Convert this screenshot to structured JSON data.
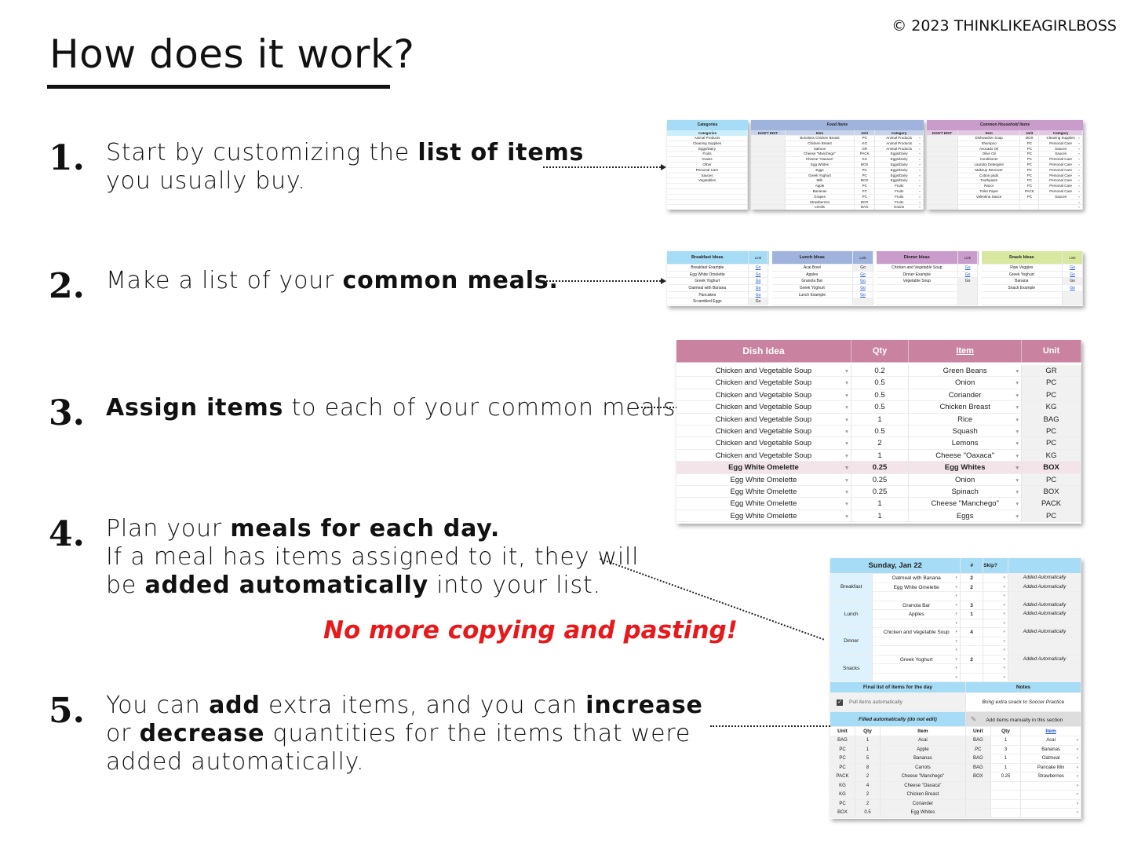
{
  "title": "How does it work?",
  "copyright": "©  2023 THINKLIKEAGIRLBOSS",
  "steps": [
    {
      "num": "1.",
      "parts": [
        [
          "Start by customizing the ",
          ""
        ],
        [
          "list of items",
          "b"
        ],
        [
          "\nyou usually buy.",
          ""
        ]
      ]
    },
    {
      "num": "2.",
      "parts": [
        [
          "Make a list of your ",
          ""
        ],
        [
          "common meals.",
          "b"
        ]
      ]
    },
    {
      "num": "3.",
      "parts": [
        [
          "Assign items",
          "b"
        ],
        [
          " to each of your common meals.",
          ""
        ]
      ]
    },
    {
      "num": "4.",
      "parts": [
        [
          "Plan your ",
          ""
        ],
        [
          "meals for each day.",
          "b"
        ],
        [
          "\nIf a meal has items assigned to it, they will\nbe ",
          ""
        ],
        [
          "added automatically",
          "b"
        ],
        [
          " into your list.",
          ""
        ]
      ]
    },
    {
      "num": "5.",
      "parts": [
        [
          "You can ",
          ""
        ],
        [
          "add",
          "b"
        ],
        [
          " extra items, and you can ",
          ""
        ],
        [
          "increase",
          "b"
        ],
        [
          "\nor ",
          ""
        ],
        [
          "decrease",
          "b"
        ],
        [
          " quantities for the items that were\nadded automatically.",
          ""
        ]
      ]
    }
  ],
  "tagline": "No more copying and pasting!",
  "colors": {
    "blue": "#a6dcf5",
    "periwinkle": "#9fb3dc",
    "purple": "#c99ccb",
    "lime": "#d9e8a0",
    "rose": "#c9829f",
    "red": "#e8191b"
  },
  "categories": {
    "title": "Categories",
    "header": "Categories",
    "rows": [
      "Animal Products",
      "Cleaning Supplies",
      "Eggs/Dairy",
      "Fruits",
      "Grains",
      "Other",
      "Personal Care",
      "Sauces",
      "Vegetables",
      "",
      "",
      "",
      "",
      "",
      ""
    ]
  },
  "food_items": {
    "title": "Food Items",
    "headers": [
      "DON'T EDIT",
      "Item",
      "Unit",
      "Category"
    ],
    "rows": [
      [
        "",
        "Boneless Chicken Breast",
        "PC",
        "Animal Products"
      ],
      [
        "",
        "Chicken Breast",
        "KG",
        "Animal Products"
      ],
      [
        "",
        "Salmon",
        "GR",
        "Animal Products"
      ],
      [
        "",
        "Cheese \"Manchego\"",
        "PACK",
        "Eggs/Dairy"
      ],
      [
        "",
        "Cheese \"Oaxaca\"",
        "KG",
        "Eggs/Dairy"
      ],
      [
        "",
        "Egg Whites",
        "BOX",
        "Eggs/Dairy"
      ],
      [
        "",
        "Eggs",
        "PC",
        "Eggs/Dairy"
      ],
      [
        "",
        "Greek Yoghurt",
        "PC",
        "Eggs/Dairy"
      ],
      [
        "",
        "Milk",
        "BOX",
        "Eggs/Dairy"
      ],
      [
        "",
        "Apple",
        "PC",
        "Fruits"
      ],
      [
        "",
        "Bananas",
        "PC",
        "Fruits"
      ],
      [
        "",
        "Grapes",
        "PC",
        "Fruits"
      ],
      [
        "",
        "Strawberries",
        "BOX",
        "Fruits"
      ],
      [
        "",
        "Lentils",
        "BAG",
        "Grains"
      ]
    ]
  },
  "household_items": {
    "title": "Common Household Items",
    "headers": [
      "DON'T EDIT",
      "Item",
      "Unit",
      "Category"
    ],
    "rows": [
      [
        "",
        "Dishwasher Soap",
        "BOX",
        "Cleaning Supplies"
      ],
      [
        "",
        "Shampoo",
        "PC",
        "Personal Care"
      ],
      [
        "",
        "Avocado Oil",
        "PC",
        "Sauces"
      ],
      [
        "",
        "Olive Oil",
        "PC",
        "Sauces"
      ],
      [
        "",
        "Conditioner",
        "PC",
        "Personal Care"
      ],
      [
        "",
        "Laundry Detergent",
        "PC",
        "Personal Care"
      ],
      [
        "",
        "Makeup Remover",
        "PC",
        "Personal Care"
      ],
      [
        "",
        "Cotton pads",
        "PC",
        "Personal Care"
      ],
      [
        "",
        "Toothpaste",
        "PC",
        "Personal Care"
      ],
      [
        "",
        "Razor",
        "PC",
        "Personal Care"
      ],
      [
        "",
        "Toilet Paper",
        "PACK",
        "Personal Care"
      ],
      [
        "",
        "Valentina Sauce",
        "PC",
        "Sauces"
      ],
      [
        "",
        "",
        "",
        ""
      ],
      [
        "",
        "",
        "",
        ""
      ]
    ]
  },
  "meal_ideas": [
    {
      "title": "Breakfast Ideas",
      "link": "Link",
      "rows": [
        [
          "Breakfast Example",
          "Go"
        ],
        [
          "Egg White Omelette",
          "Go"
        ],
        [
          "Greek Yoghurt",
          "Go"
        ],
        [
          "Oatmeal with Banana",
          "Go"
        ],
        [
          "Pancakes",
          "Go"
        ],
        [
          "Scrambled Eggs",
          "Go"
        ]
      ],
      "linked": [
        true,
        true,
        true,
        true,
        true,
        false
      ]
    },
    {
      "title": "Lunch Ideas",
      "link": "Link",
      "rows": [
        [
          "Acai Bowl",
          "Go"
        ],
        [
          "Apples",
          "Go"
        ],
        [
          "Granola Bar",
          "Go"
        ],
        [
          "Greek Yoghurt",
          "Go"
        ],
        [
          "Lunch Example",
          "Go"
        ],
        [
          "",
          ""
        ]
      ],
      "linked": [
        false,
        true,
        true,
        true,
        true,
        false
      ]
    },
    {
      "title": "Dinner Ideas",
      "link": "Link",
      "rows": [
        [
          "Chicken and Vegetable Soup",
          "Go"
        ],
        [
          "Dinner Example",
          "Go"
        ],
        [
          "Vegetable Soup",
          "Go"
        ],
        [
          "",
          ""
        ],
        [
          "",
          ""
        ],
        [
          "",
          ""
        ]
      ],
      "linked": [
        true,
        true,
        false,
        false,
        false,
        false
      ]
    },
    {
      "title": "Snack Ideas",
      "link": "Link",
      "rows": [
        [
          "Raw Veggies",
          "Go"
        ],
        [
          "Greek Yoghurt",
          "Go"
        ],
        [
          "Banana",
          "Go"
        ],
        [
          "Snack Example",
          "Go"
        ],
        [
          "",
          ""
        ],
        [
          "",
          ""
        ]
      ],
      "linked": [
        true,
        true,
        false,
        true,
        false,
        false
      ]
    }
  ],
  "dish_items": {
    "headers": [
      "Dish Idea",
      "Qty",
      "Item",
      "Unit"
    ],
    "highlight_row": 8,
    "rows": [
      [
        "Chicken and Vegetable Soup",
        "0.2",
        "Green Beans",
        "GR"
      ],
      [
        "Chicken and Vegetable Soup",
        "0.5",
        "Onion",
        "PC"
      ],
      [
        "Chicken and Vegetable Soup",
        "0.5",
        "Coriander",
        "PC"
      ],
      [
        "Chicken and Vegetable Soup",
        "0.5",
        "Chicken Breast",
        "KG"
      ],
      [
        "Chicken and Vegetable Soup",
        "1",
        "Rice",
        "BAG"
      ],
      [
        "Chicken and Vegetable Soup",
        "0.5",
        "Squash",
        "PC"
      ],
      [
        "Chicken and Vegetable Soup",
        "2",
        "Lemons",
        "PC"
      ],
      [
        "Chicken and Vegetable Soup",
        "1",
        "Cheese \"Oaxaca\"",
        "KG"
      ],
      [
        "Egg White Omelette",
        "0.25",
        "Egg Whites",
        "BOX"
      ],
      [
        "Egg White Omelette",
        "0.25",
        "Onion",
        "PC"
      ],
      [
        "Egg White Omelette",
        "0.25",
        "Spinach",
        "BOX"
      ],
      [
        "Egg White Omelette",
        "1",
        "Cheese \"Manchego\"",
        "PACK"
      ],
      [
        "Egg White Omelette",
        "1",
        "Eggs",
        "PC"
      ]
    ]
  },
  "day_plan": {
    "date": "Sunday, Jan 22",
    "count_header": "#",
    "skip_header": "Skip?",
    "meals": [
      {
        "name": "Breakfast",
        "rows": [
          [
            "Oatmeal with Banana",
            "2",
            "Added Automatically"
          ],
          [
            "Egg White Omelette",
            "2",
            "Added Automatically"
          ],
          [
            "",
            "",
            ""
          ]
        ]
      },
      {
        "name": "Lunch",
        "rows": [
          [
            "Granola Bar",
            "3",
            "Added Automatically"
          ],
          [
            "Apples",
            "1",
            "Added Automatically"
          ],
          [
            "",
            "",
            ""
          ]
        ]
      },
      {
        "name": "Dinner",
        "rows": [
          [
            "Chicken and Vegetable Soup",
            "4",
            "Added Automatically"
          ],
          [
            "",
            "",
            ""
          ],
          [
            "",
            "",
            ""
          ]
        ]
      },
      {
        "name": "Snacks",
        "rows": [
          [
            "Greek Yoghurt",
            "2",
            "Added Automatically"
          ],
          [
            "",
            "",
            ""
          ],
          [
            "",
            "",
            ""
          ]
        ]
      }
    ],
    "final_header": "Final list of items for the day",
    "notes_header": "Notes",
    "pull_label": "Pull items automatically",
    "pull_checked": true,
    "note": "Bring extra snack to Soccer Practice",
    "auto_header": "Filled automatically (do not edit)",
    "manual_header": "Add items manually in this section",
    "col_headers": [
      "Unit",
      "Qty",
      "Item"
    ],
    "auto_rows": [
      [
        "BAG",
        "1",
        "Acai"
      ],
      [
        "PC",
        "1",
        "Apple"
      ],
      [
        "PC",
        "5",
        "Bananas"
      ],
      [
        "PC",
        "8",
        "Carrots"
      ],
      [
        "PACK",
        "2",
        "Cheese \"Manchego\""
      ],
      [
        "KG",
        "4",
        "Cheese \"Oaxaca\""
      ],
      [
        "KG",
        "2",
        "Chicken Breast"
      ],
      [
        "PC",
        "2",
        "Coriander"
      ],
      [
        "BOX",
        "0.5",
        "Egg Whites"
      ]
    ],
    "manual_rows": [
      [
        "BAG",
        "1",
        "Acai"
      ],
      [
        "PC",
        "3",
        "Bananas"
      ],
      [
        "BAG",
        "1",
        "Oatmeal"
      ],
      [
        "BAG",
        "1",
        "Pancake Mix"
      ],
      [
        "BOX",
        "0.25",
        "Strawberries"
      ],
      [
        "",
        "",
        ""
      ],
      [
        "",
        "",
        ""
      ],
      [
        "",
        "",
        ""
      ],
      [
        "",
        "",
        ""
      ]
    ]
  }
}
